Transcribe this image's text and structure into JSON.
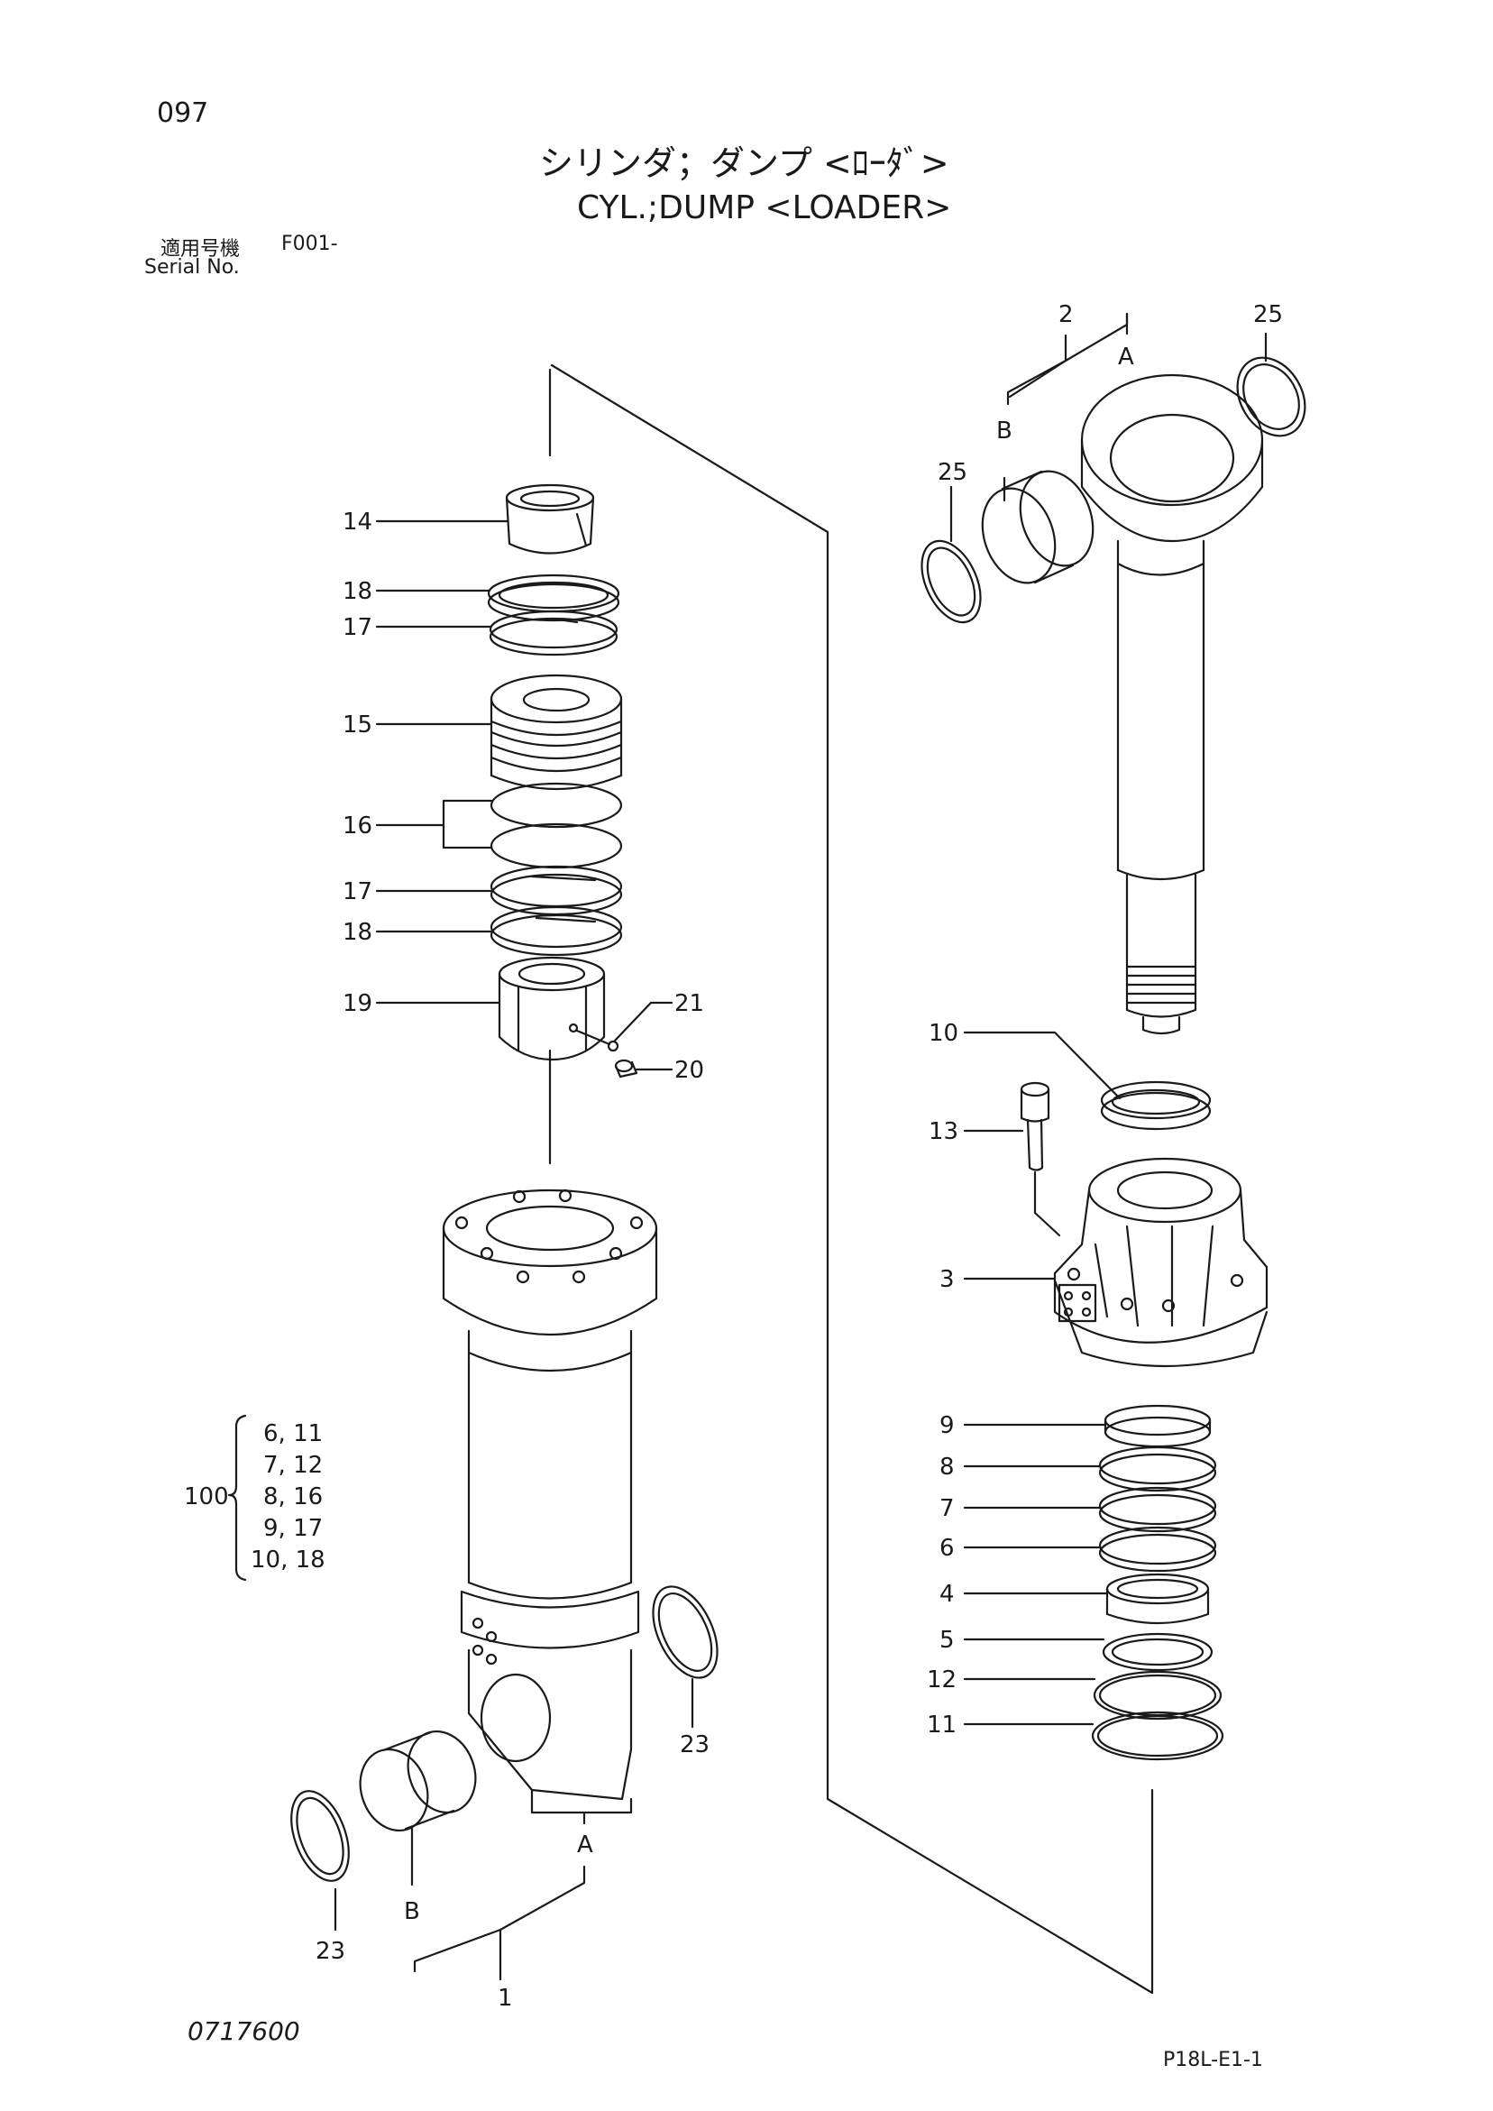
{
  "header": {
    "page_number": "097",
    "title_jp": "シリンダ；ダンプ <ﾛｰﾀﾞ>",
    "title_en": "CYL.;DUMP <LOADER>",
    "serial_label_jp": "適用号機",
    "serial_from": "F001-",
    "serial_label_en": "Serial No."
  },
  "footer": {
    "drawing_no": "0717600",
    "sheet_ref": "P18L-E1-1"
  },
  "callouts": {
    "c14": "14",
    "c18a": "18",
    "c17a": "17",
    "c15": "15",
    "c16": "16",
    "c17b": "17",
    "c18b": "18",
    "c19": "19",
    "c21": "21",
    "c20": "20",
    "c2": "2",
    "c25a": "25",
    "c25b": "25",
    "cA_top": "A",
    "cB_top": "B",
    "c10": "10",
    "c13": "13",
    "c3": "3",
    "c9": "9",
    "c8": "8",
    "c7": "7",
    "c6": "6",
    "c4": "4",
    "c5": "5",
    "c12": "12",
    "c11": "11",
    "c23a": "23",
    "c23b": "23",
    "cA_bot": "A",
    "cB_bot": "B",
    "c1": "1"
  },
  "kit": {
    "number": "100",
    "rows": [
      "6, 11",
      "7, 12",
      "8, 16",
      "9, 17",
      "10, 18"
    ]
  }
}
